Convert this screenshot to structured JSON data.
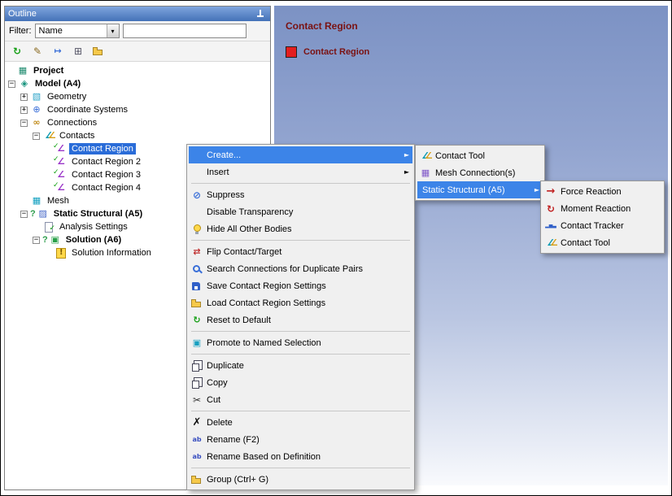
{
  "outline": {
    "title": "Outline",
    "filter": {
      "label": "Filter:",
      "combo_value": "Name",
      "search_value": ""
    },
    "toolbar": [
      {
        "icon": "refresh-outline"
      },
      {
        "icon": "edit-item"
      },
      {
        "icon": "go-to-selection"
      },
      {
        "icon": "expand-all"
      },
      {
        "icon": "open-folder"
      }
    ],
    "tree": [
      {
        "label": "Project",
        "level": 0,
        "icon": "project",
        "bold": true,
        "expander": null
      },
      {
        "label": "Model (A4)",
        "level": 1,
        "icon": "model",
        "bold": true,
        "expander": "minus"
      },
      {
        "label": "Geometry",
        "level": 2,
        "icon": "geometry",
        "expander": "plus"
      },
      {
        "label": "Coordinate Systems",
        "level": 2,
        "icon": "coordinate-systems",
        "expander": "plus"
      },
      {
        "label": "Connections",
        "level": 2,
        "icon": "connections",
        "expander": "minus"
      },
      {
        "label": "Contacts",
        "level": 3,
        "icon": "contacts",
        "expander": "minus"
      },
      {
        "label": "Contact Region",
        "level": 4,
        "icon": "contact-region",
        "selected": true
      },
      {
        "label": "Contact Region 2",
        "level": 4,
        "icon": "contact-region"
      },
      {
        "label": "Contact Region 3",
        "level": 4,
        "icon": "contact-region"
      },
      {
        "label": "Contact Region 4",
        "level": 4,
        "icon": "contact-region"
      },
      {
        "label": "Mesh",
        "level": 2,
        "icon": "mesh"
      },
      {
        "label": "Static Structural (A5)",
        "level": 2,
        "icon": "static-structural",
        "bold": true,
        "expander": "minus",
        "prefix": "?"
      },
      {
        "label": "Analysis Settings",
        "level": 3,
        "icon": "analysis-settings"
      },
      {
        "label": "Solution (A6)",
        "level": 3,
        "icon": "solution",
        "bold": true,
        "expander": "minus",
        "prefix": "?"
      },
      {
        "label": "Solution Information",
        "level": 4,
        "icon": "solution-information"
      }
    ]
  },
  "graphics": {
    "title": "Contact Region",
    "title_color": "#7a1212",
    "legend_label": "Contact Region",
    "legend_color": "#e31e1e"
  },
  "menus": {
    "context": {
      "items": [
        {
          "label": "Create...",
          "arrow": true,
          "highlight": true
        },
        {
          "label": "Insert",
          "arrow": true
        },
        {
          "separator": true
        },
        {
          "label": "Suppress",
          "icon": "suppress"
        },
        {
          "label": "Disable Transparency"
        },
        {
          "label": "Hide All Other Bodies",
          "icon": "bulb"
        },
        {
          "separator": true
        },
        {
          "label": "Flip Contact/Target",
          "icon": "flip"
        },
        {
          "label": "Search Connections for Duplicate Pairs",
          "icon": "search-connections"
        },
        {
          "label": "Save Contact Region Settings",
          "icon": "save-settings"
        },
        {
          "label": "Load Contact Region Settings",
          "icon": "load-settings"
        },
        {
          "label": "Reset to Default",
          "icon": "reset"
        },
        {
          "separator": true
        },
        {
          "label": "Promote to Named Selection",
          "icon": "promote"
        },
        {
          "separator": true
        },
        {
          "label": "Duplicate",
          "icon": "duplicate"
        },
        {
          "label": "Copy",
          "icon": "copy"
        },
        {
          "label": "Cut",
          "icon": "cut"
        },
        {
          "separator": true
        },
        {
          "label": "Delete",
          "icon": "delete"
        },
        {
          "label": "Rename (F2)",
          "icon": "rename"
        },
        {
          "label": "Rename Based on Definition",
          "icon": "rename"
        },
        {
          "separator": true
        },
        {
          "label": "Group (Ctrl+ G)",
          "icon": "group-folder"
        }
      ]
    },
    "create_submenu": {
      "items": [
        {
          "label": "Contact Tool",
          "icon": "contact-tool"
        },
        {
          "label": "Mesh Connection(s)",
          "icon": "mesh-connection"
        },
        {
          "label": "Static Structural (A5)",
          "arrow": true,
          "highlight": true
        }
      ]
    },
    "static_submenu": {
      "items": [
        {
          "label": "Force Reaction",
          "icon": "force-reaction"
        },
        {
          "label": "Moment Reaction",
          "icon": "moment-reaction"
        },
        {
          "label": "Contact Tracker",
          "icon": "contact-tracker"
        },
        {
          "label": "Contact Tool",
          "icon": "contact-tool"
        }
      ]
    }
  }
}
